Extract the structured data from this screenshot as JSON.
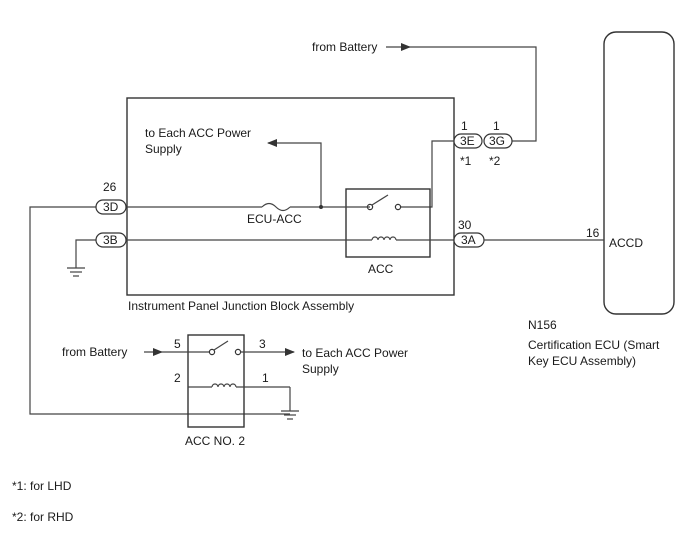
{
  "ecu": {
    "name_line1": "Certification ECU (Smart",
    "name_line2": "Key ECU Assembly)",
    "code": "N156",
    "terminal_label": "ACCD",
    "terminal_pin": "16"
  },
  "junction_block": {
    "label": "Instrument Panel Junction Block Assembly",
    "fuse_label": "ECU-ACC",
    "relay_label": "ACC",
    "to_acc_line1": "to Each ACC Power",
    "to_acc_line2": "Supply",
    "connectors": {
      "c3d": {
        "id": "3D",
        "pin": "26"
      },
      "c3b": {
        "id": "3B"
      },
      "c3e": {
        "id": "3E",
        "pin": "1",
        "note": "*1"
      },
      "c3g": {
        "id": "3G",
        "pin": "1",
        "note": "*2"
      },
      "c3a": {
        "id": "3A",
        "pin": "30"
      }
    }
  },
  "top_feed": {
    "label": "from Battery"
  },
  "acc_no2": {
    "label": "ACC NO. 2",
    "from_battery": "from Battery",
    "to_acc_line1": "to Each ACC Power",
    "to_acc_line2": "Supply",
    "pin5": "5",
    "pin3": "3",
    "pin2": "2",
    "pin1": "1"
  },
  "notes": {
    "n1": "*1: for LHD",
    "n2": "*2: for RHD"
  }
}
